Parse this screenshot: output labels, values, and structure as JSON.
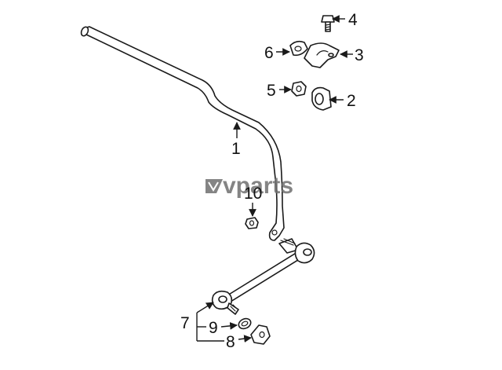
{
  "watermark": {
    "text": "vparts"
  },
  "callouts": {
    "c1": "1",
    "c2": "2",
    "c3": "3",
    "c4": "4",
    "c5": "5",
    "c6": "6",
    "c7": "7",
    "c8": "8",
    "c9": "9",
    "c10": "10"
  },
  "colors": {
    "line": "#1a1a1a",
    "watermark": "#6f6f6f",
    "background": "#ffffff"
  }
}
